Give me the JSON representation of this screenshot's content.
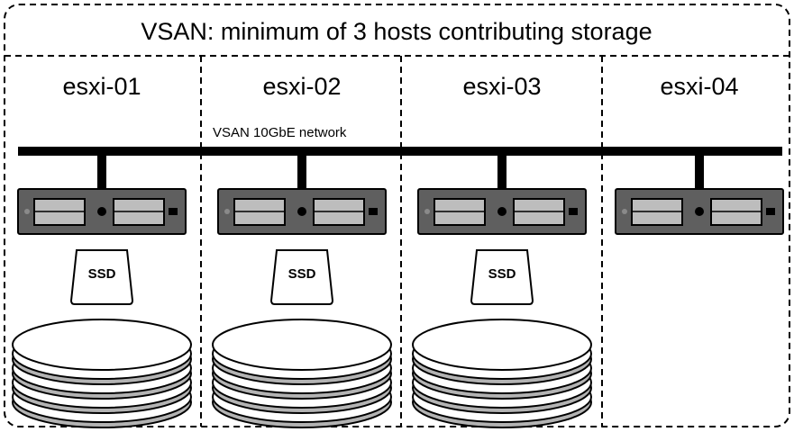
{
  "title": "VSAN: minimum of 3 hosts contributing storage",
  "network_label": "VSAN 10GbE network",
  "ssd_label": "SSD",
  "hosts": [
    {
      "name": "esxi-01",
      "contributes_storage": true
    },
    {
      "name": "esxi-02",
      "contributes_storage": true
    },
    {
      "name": "esxi-03",
      "contributes_storage": true
    },
    {
      "name": "esxi-04",
      "contributes_storage": false
    }
  ],
  "colors": {
    "server_body": "#5f5f5f",
    "server_face": "#bdbdbd",
    "disk_fill": "#ffffff",
    "disk_band": "#b3b3b3",
    "ssd_fill": "#ffffff",
    "line": "#000000"
  }
}
